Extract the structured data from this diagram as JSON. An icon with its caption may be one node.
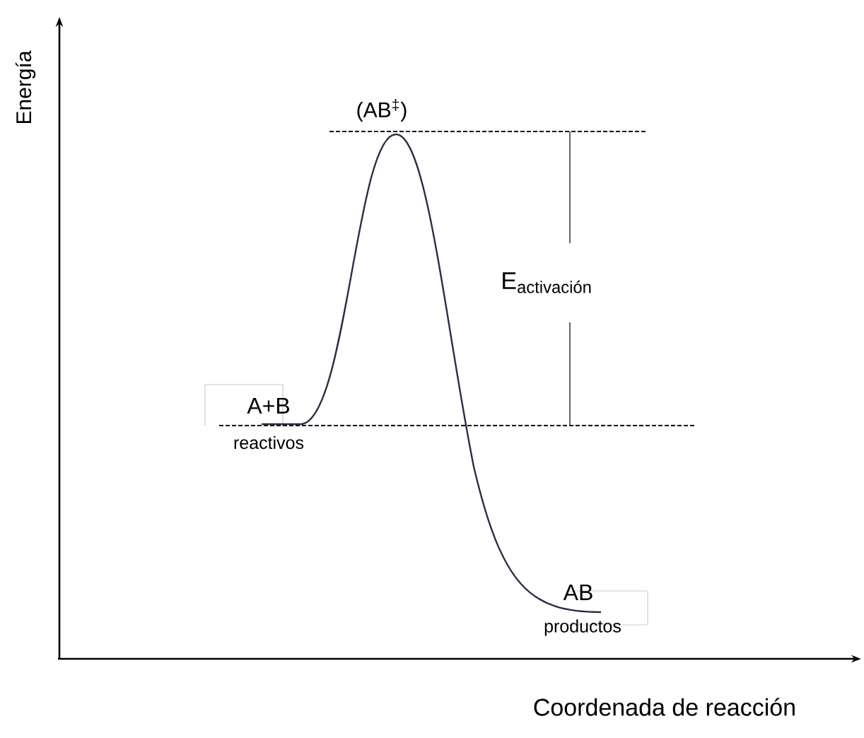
{
  "diagram": {
    "labels": [
      "Energía",
      "(AB$^{‡}$)",
      "\\text{E}_{\\text{activación}}",
      "A+B",
      "reactivos",
      "AB",
      "productos",
      "Coordenada de reacción"
    ]
  }
}
